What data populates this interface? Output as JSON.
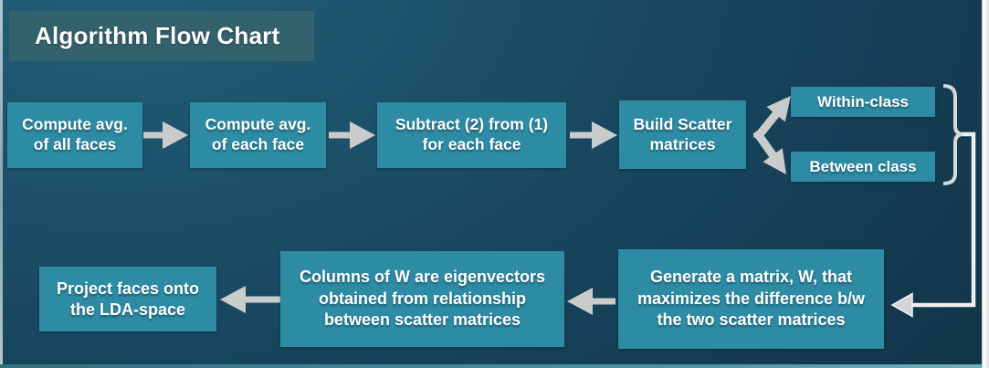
{
  "slide": {
    "title": "Algorithm Flow Chart"
  },
  "flowchart": {
    "row1": {
      "step1": "Compute avg.\nof all faces",
      "step2": "Compute avg.\nof each face",
      "step3": "Subtract (2) from (1)\nfor each face",
      "step4": "Build Scatter\nmatrices",
      "branch_within": "Within-class",
      "branch_between": "Between class"
    },
    "row2": {
      "step5": "Generate a matrix, W, that\nmaximizes the difference b/w\nthe two scatter matrices",
      "step6": "Columns of W are eigenvectors\nobtained from relationship\nbetween scatter matrices",
      "step7": "Project faces onto\nthe LDA-space"
    }
  },
  "colors": {
    "box_fill": "#2d8ba4",
    "title_fill": "#33616c",
    "arrow_fill": "#c9cccb",
    "connector_stroke": "#eef0f0",
    "background_top": "#226079",
    "background_bottom": "#0f2b3d",
    "text": "#ffffff"
  }
}
